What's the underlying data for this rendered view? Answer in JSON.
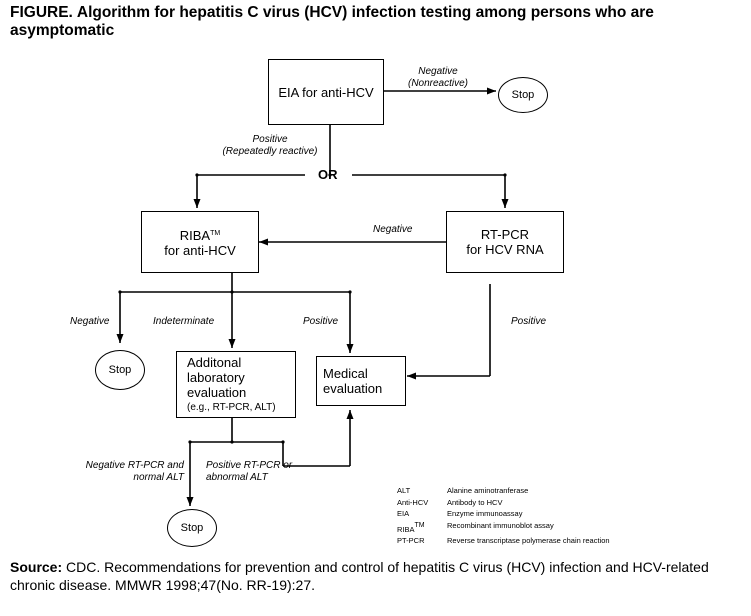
{
  "figure": {
    "label": "FIGURE.",
    "title": "Algorithm for hepatitis C virus (HCV) infection testing among persons who are asymptomatic"
  },
  "boxes": {
    "eia": "EIA for anti-HCV",
    "riba_line1": "RIBA",
    "riba_tm": "TM",
    "riba_line2": "for anti-HCV",
    "rtpcr_line1": "RT-PCR",
    "rtpcr_line2": "for HCV RNA",
    "additional_line1": "Additonal",
    "additional_line2": "laboratory",
    "additional_line3": "evaluation",
    "additional_line4": "(e.g., RT-PCR, ALT)",
    "medical_line1": "Medical",
    "medical_line2": "evaluation"
  },
  "stops": {
    "stop_top": "Stop",
    "stop_left": "Stop",
    "stop_bottom": "Stop"
  },
  "labels": {
    "negative_nonreactive_1": "Negative",
    "negative_nonreactive_2": "(Nonreactive)",
    "positive_repeated_1": "Positive",
    "positive_repeated_2": "(Repeatedly reactive)",
    "or": "OR",
    "negative_rtpcr": "Negative",
    "riba_negative": "Negative",
    "riba_indeterminate": "Indeterminate",
    "riba_positive": "Positive",
    "rtpcr_positive": "Positive",
    "neg_rtpcr_normal_1": "Negative RT-PCR and",
    "neg_rtpcr_normal_2": "normal ALT",
    "pos_rtpcr_abnormal_1": "Positive RT-PCR or",
    "pos_rtpcr_abnormal_2": "abnormal ALT"
  },
  "legend": [
    {
      "abbr": "ALT",
      "text": "Alanine aminotranferase"
    },
    {
      "abbr": "Anti-HCV",
      "text": "Antibody to HCV"
    },
    {
      "abbr": "EIA",
      "text": "Enzyme immunoassay"
    },
    {
      "abbr": "RIBA",
      "abbr_sup": "TM",
      "text": "Recombinant immunoblot assay"
    },
    {
      "abbr": "PT-PCR",
      "text": "Reverse transcriptase polymerase chain reaction"
    }
  ],
  "source": {
    "label": "Source:",
    "text": "CDC. Recommendations for prevention and control of hepatitis C virus (HCV) infection and HCV-related chronic disease. MMWR 1998;47(No. RR-19):27."
  }
}
